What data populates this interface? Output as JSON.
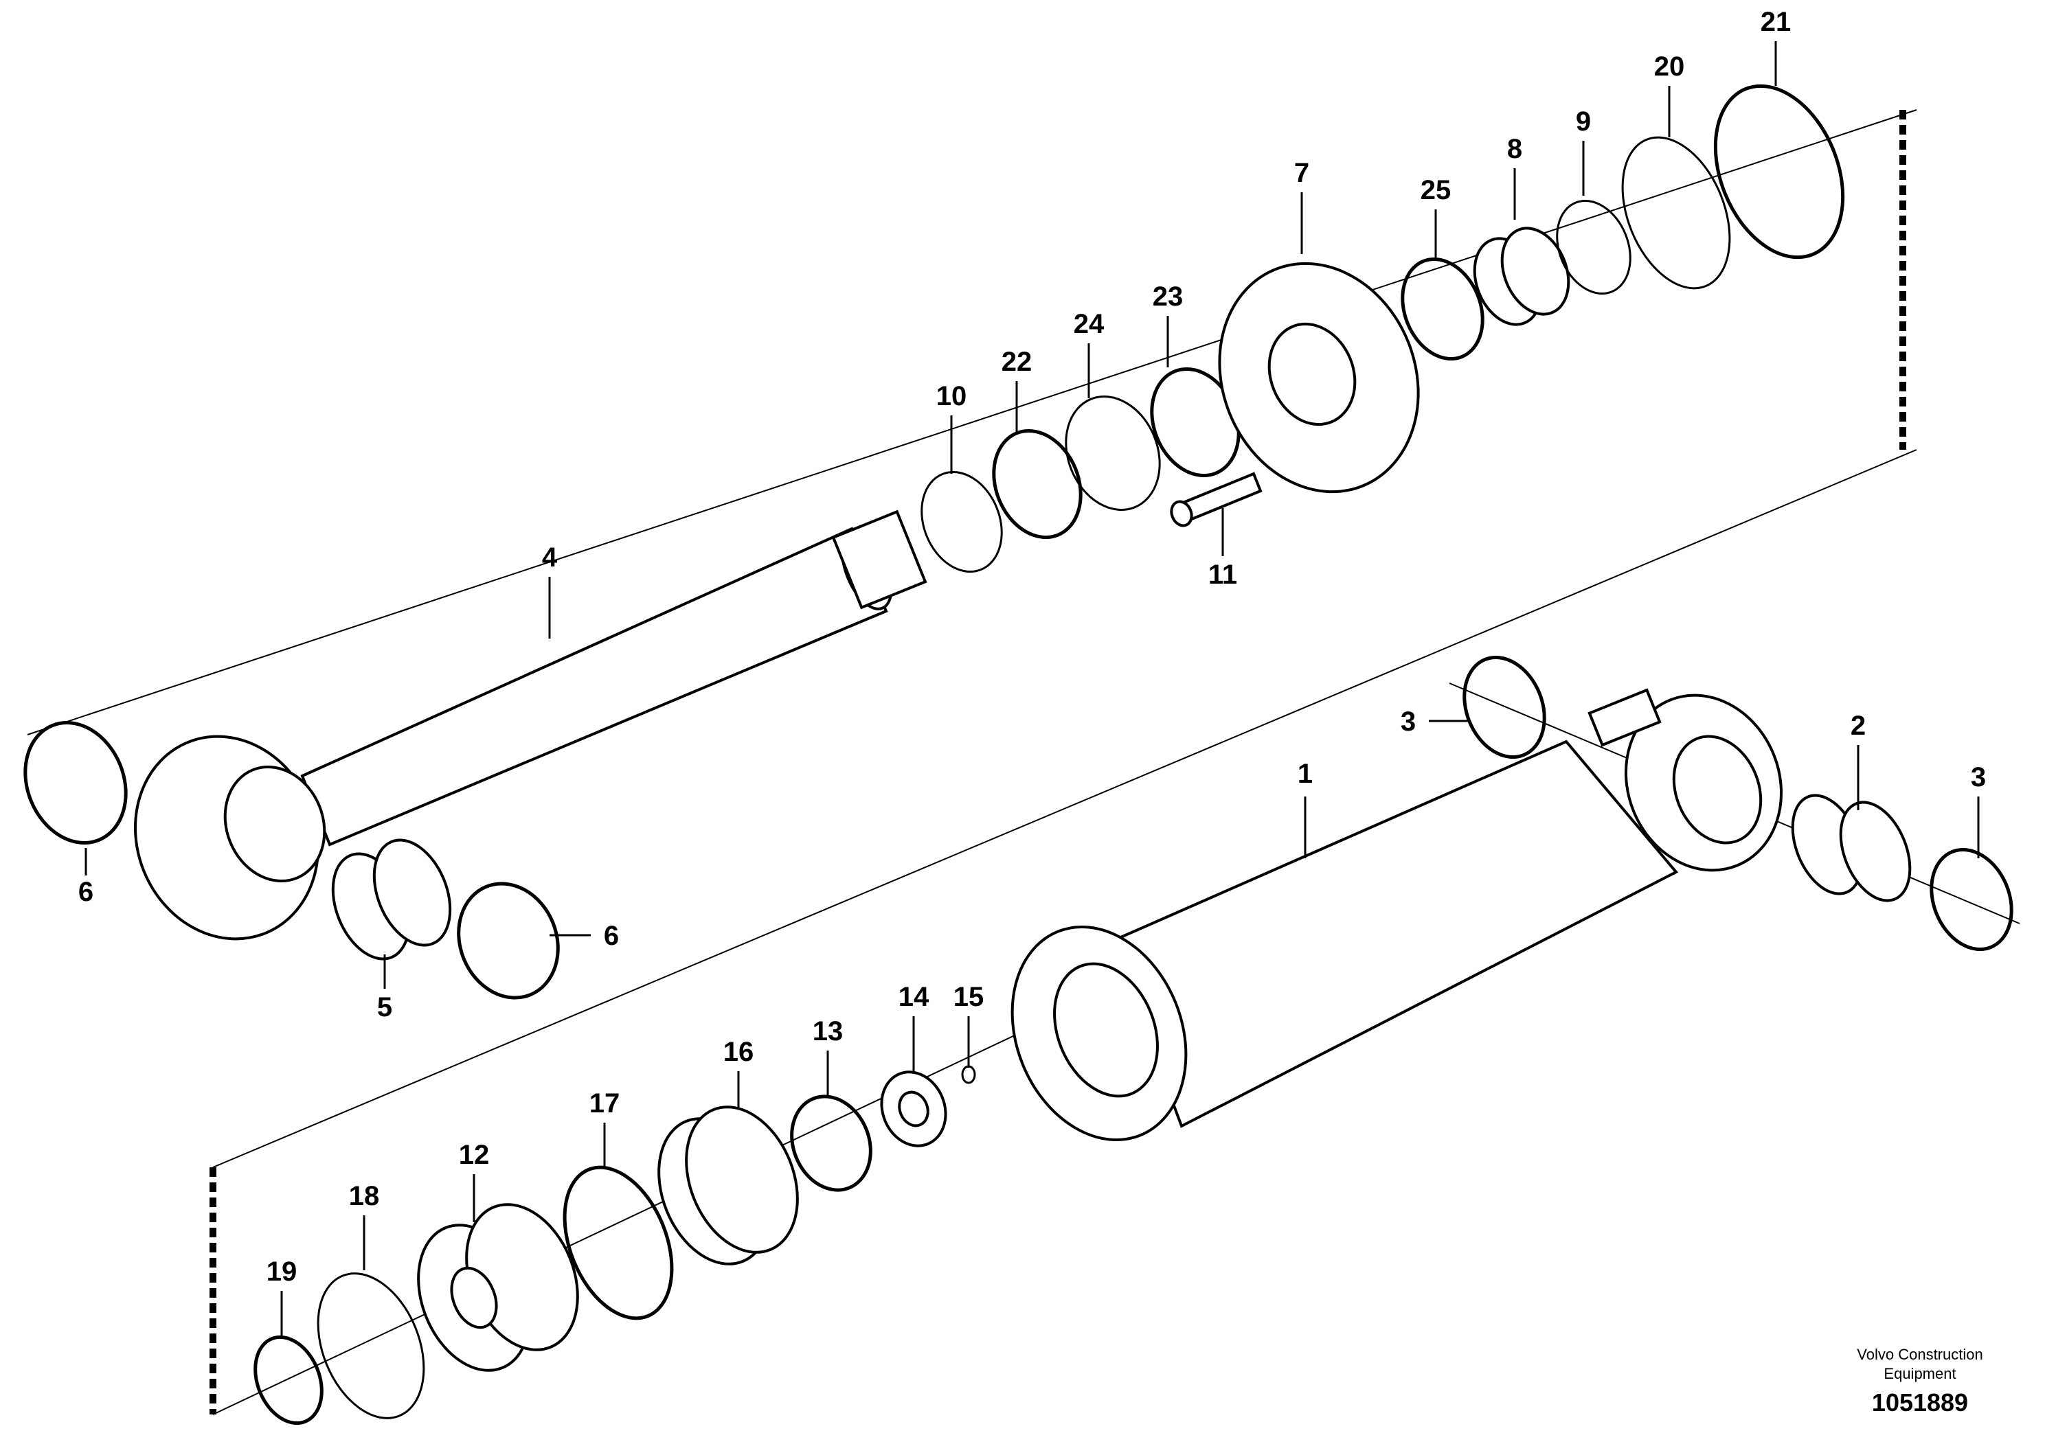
{
  "diagram": {
    "part_labels": [
      "1",
      "2",
      "3",
      "3",
      "4",
      "5",
      "6",
      "6",
      "7",
      "8",
      "9",
      "10",
      "11",
      "12",
      "13",
      "14",
      "15",
      "16",
      "17",
      "18",
      "19",
      "20",
      "21",
      "22",
      "23",
      "24",
      "25"
    ],
    "footer": {
      "line1": "Volvo Construction",
      "line2": "Equipment",
      "drawing_number": "1051889"
    }
  }
}
